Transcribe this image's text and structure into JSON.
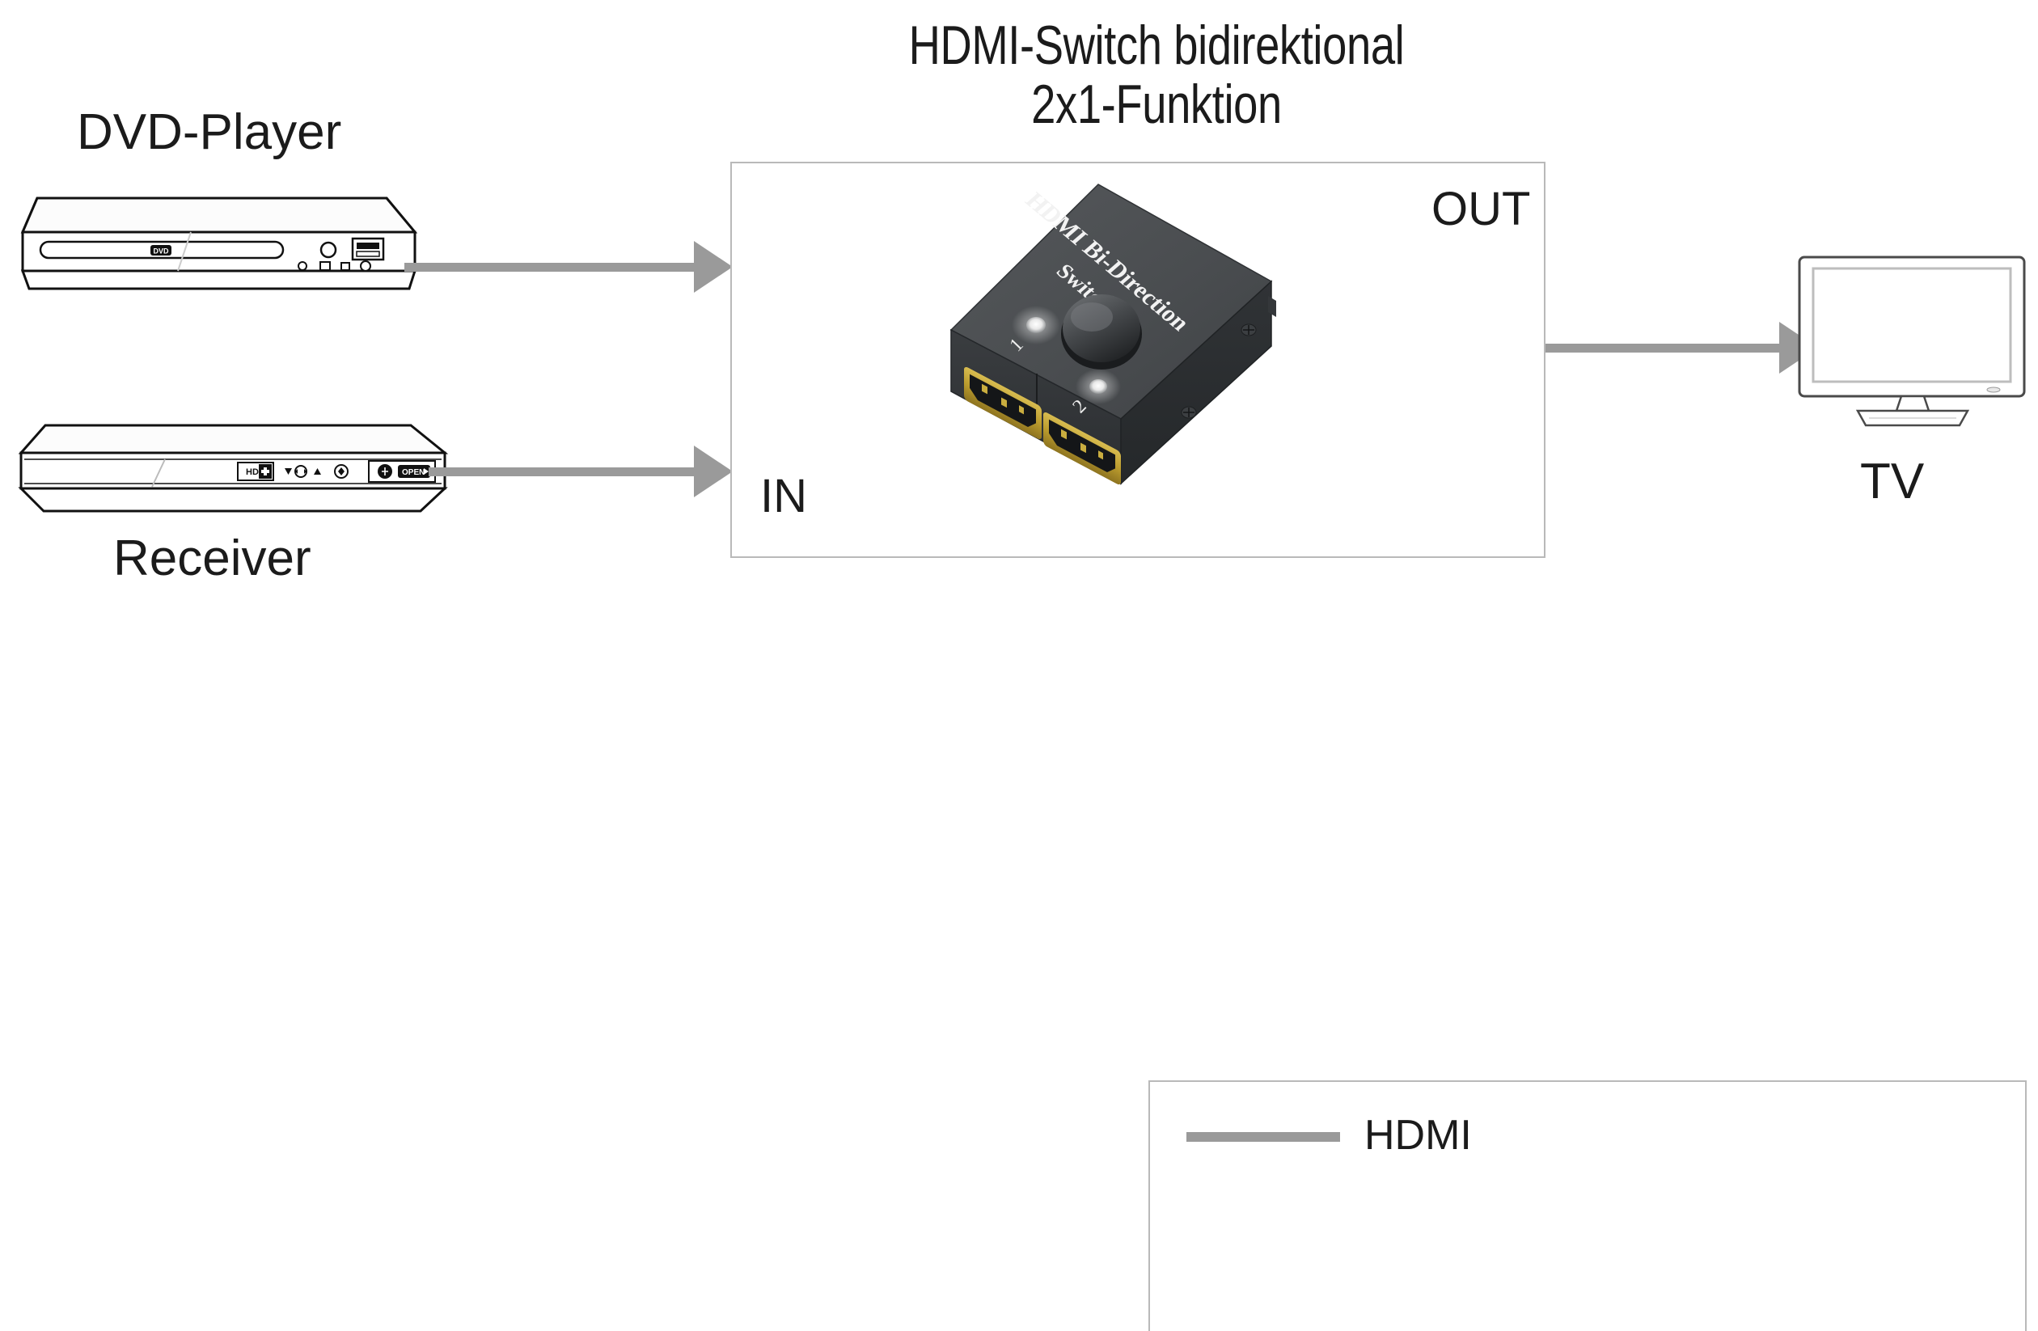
{
  "title": {
    "line1": "HDMI-Switch bidirektional",
    "line2": "2x1-Funktion",
    "full": "HDMI-Switch bidirektional\n2x1-Funktion"
  },
  "devices": {
    "dvd_player": "DVD-Player",
    "receiver": "Receiver",
    "tv": "TV"
  },
  "switch_box": {
    "in_label": "IN",
    "out_label": "OUT"
  },
  "product": {
    "brand_line1": "HDMI Bi-Direction",
    "brand_line2": "Switch",
    "led_1": "1",
    "led_2": "2",
    "body_color": "#4a4d50",
    "port_color": "#c8a838"
  },
  "receiver_panel": {
    "hd_badge": "HD",
    "open_button": "OPEN"
  },
  "legend": {
    "label": "HDMI",
    "line_color": "#9a9a9a"
  },
  "colors": {
    "line": "#9a9a9a",
    "border": "#b9b9b9",
    "text": "#1b1b1b",
    "background": "#ffffff"
  }
}
